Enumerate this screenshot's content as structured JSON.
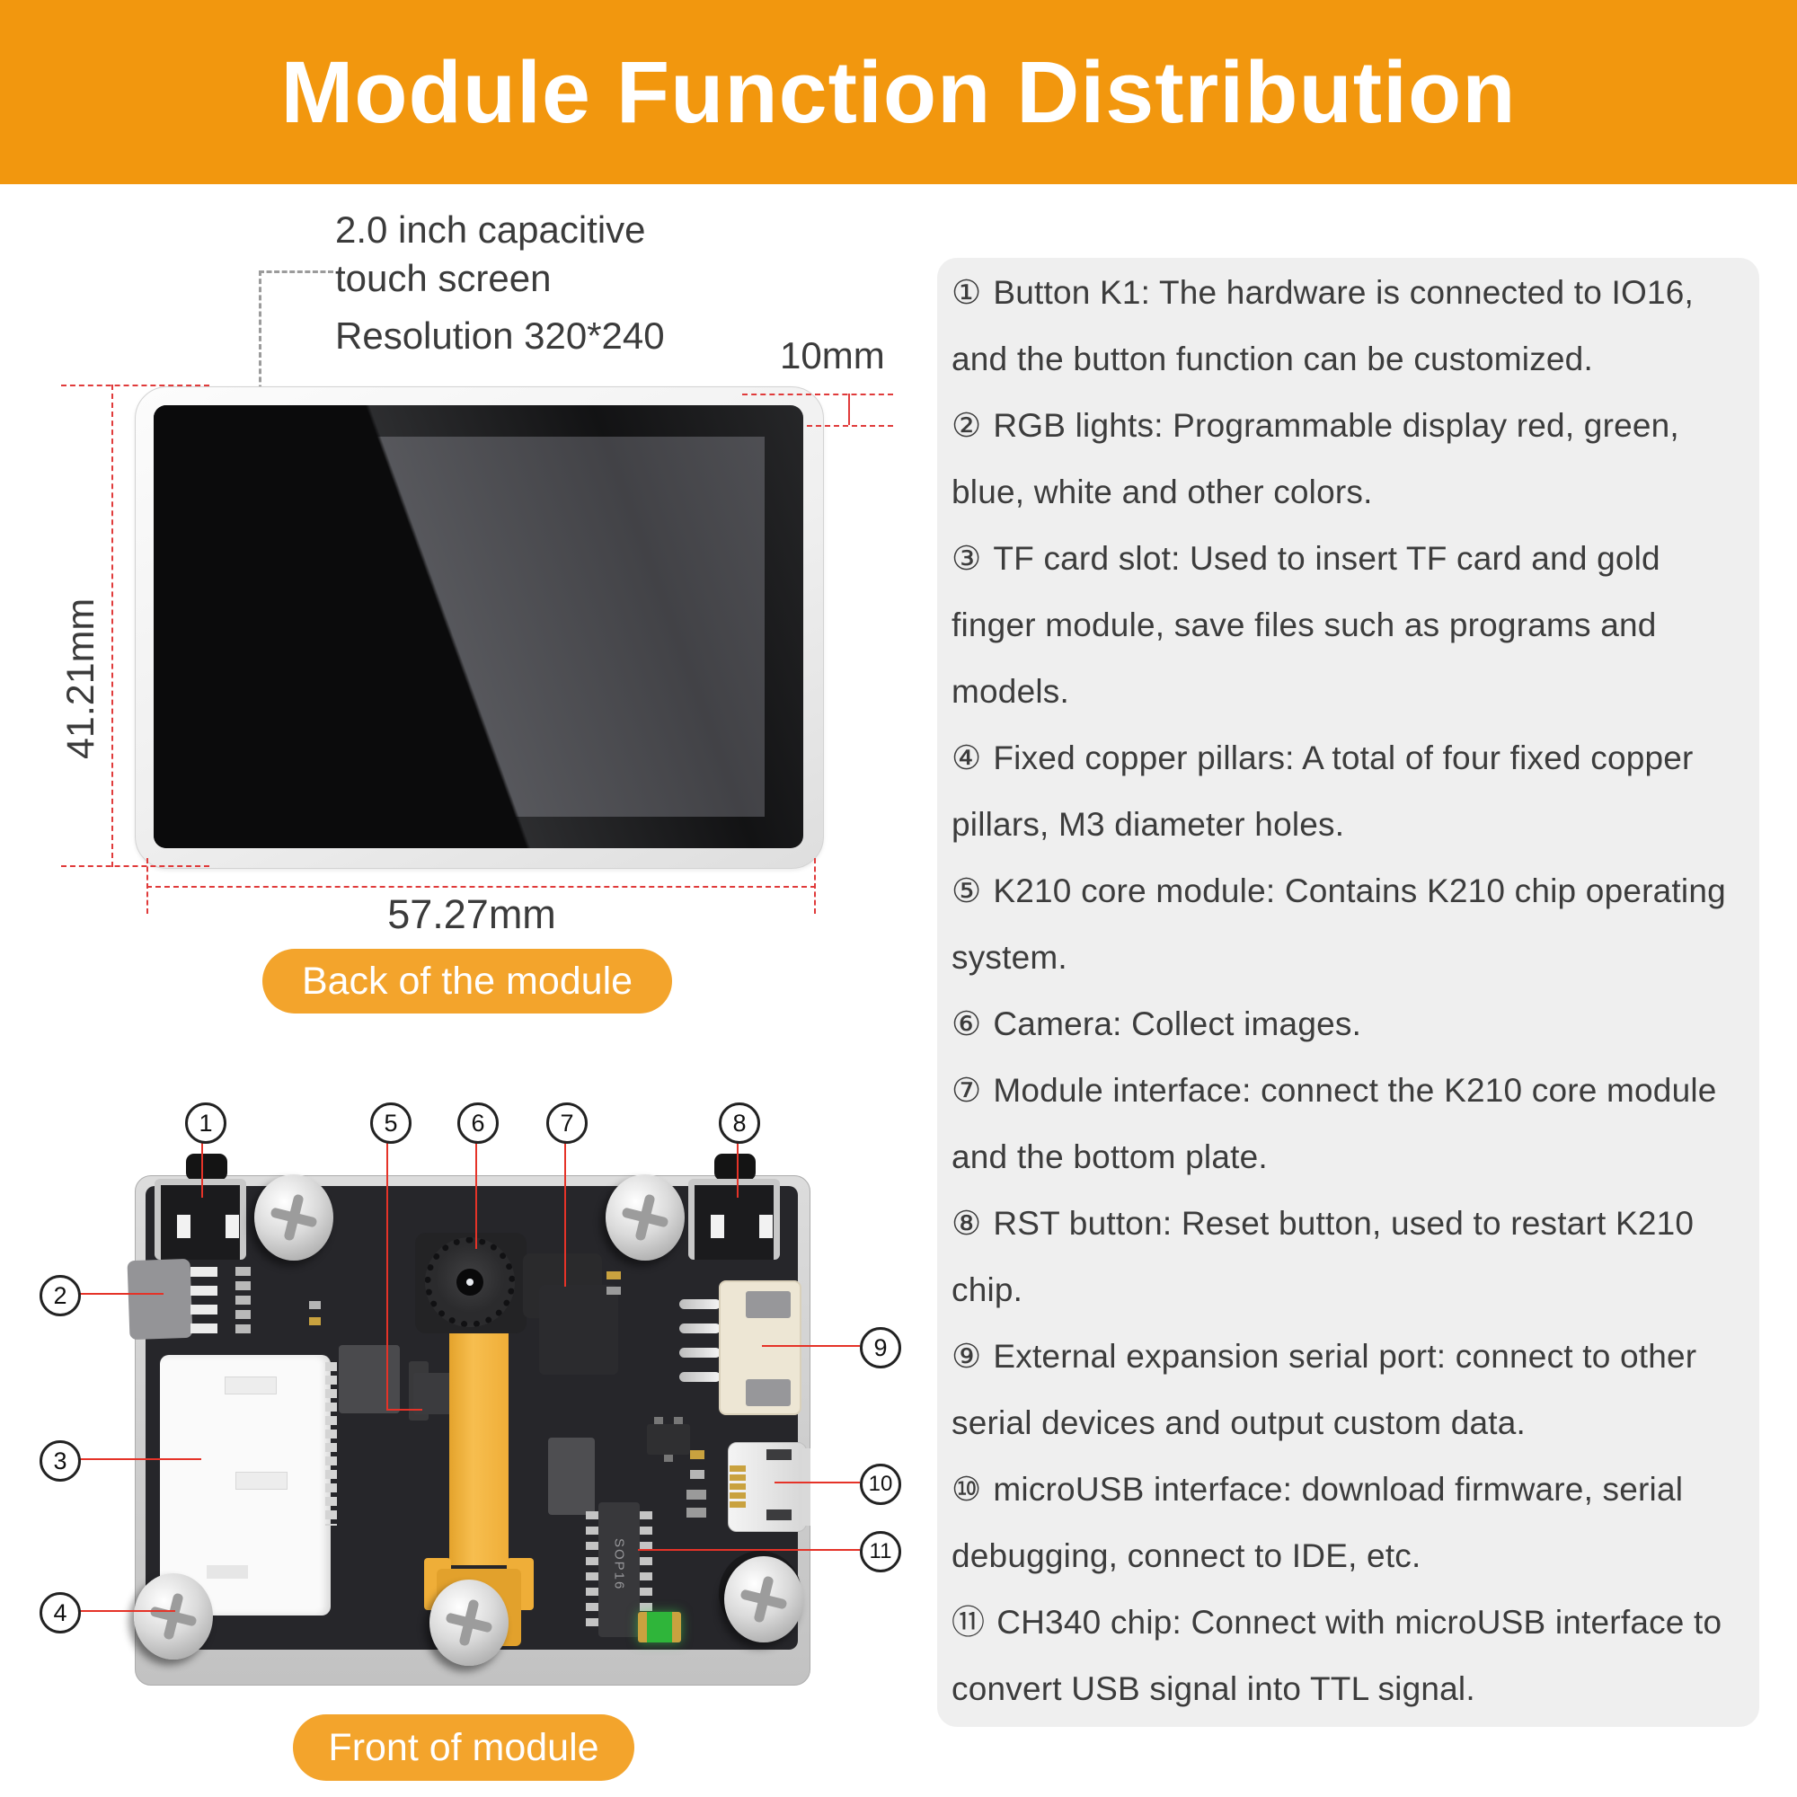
{
  "banner": {
    "title": "Module Function Distribution"
  },
  "back_view": {
    "caption": "Back of the module",
    "screen_note_line1": "2.0 inch capacitive",
    "screen_note_line2": "touch screen",
    "resolution_note": "Resolution 320*240",
    "height_dim": "41.21mm",
    "width_dim": "57.27mm",
    "bezel_dim": "10mm"
  },
  "front_view": {
    "caption": "Front of module",
    "chip_label": "SOP16",
    "callouts": [
      {
        "label": "1"
      },
      {
        "label": "2"
      },
      {
        "label": "3"
      },
      {
        "label": "4"
      },
      {
        "label": "5"
      },
      {
        "label": "6"
      },
      {
        "label": "7"
      },
      {
        "label": "8"
      },
      {
        "label": "9"
      },
      {
        "label": "10"
      },
      {
        "label": "11"
      }
    ]
  },
  "descriptions": [
    {
      "num": "①",
      "text": "Button K1: The hardware is connected to IO16, and the button function can be customized."
    },
    {
      "num": "②",
      "text": "RGB lights: Programmable display red, green, blue, white and other colors."
    },
    {
      "num": "③",
      "text": "TF card slot: Used to insert TF card and gold finger module, save files such as programs and models."
    },
    {
      "num": "④",
      "text": "Fixed copper pillars: A total of four fixed copper pillars, M3 diameter holes."
    },
    {
      "num": "⑤",
      "text": "K210 core module: Contains K210 chip operating system."
    },
    {
      "num": "⑥",
      "text": "Camera: Collect images."
    },
    {
      "num": "⑦",
      "text": "Module interface: connect the K210 core module and the bottom plate."
    },
    {
      "num": "⑧",
      "text": "RST button: Reset button, used to restart K210 chip."
    },
    {
      "num": "⑨",
      "text": "External expansion serial port: connect to other serial devices and output custom data."
    },
    {
      "num": "⑩",
      "text": "microUSB interface: download firmware, serial debugging, connect to IDE, etc."
    },
    {
      "num": "⑪",
      "text": "CH340 chip: Connect with microUSB interface to convert USB signal into TTL signal."
    }
  ],
  "colors": {
    "banner_orange": "#F2970E",
    "pill_orange": "#F3A42C",
    "panel_gray": "#EFEFEF",
    "callout_red": "#E53328",
    "dimension_red": "#E03B3B",
    "pcb_dark": "#26262A",
    "pcb_silver": "#CBCBCB",
    "ribbon_yellow": "#F0AE35",
    "led_green": "#2FB53A",
    "pin_gold": "#C9A23F",
    "text_dark": "#3C3C3C"
  }
}
